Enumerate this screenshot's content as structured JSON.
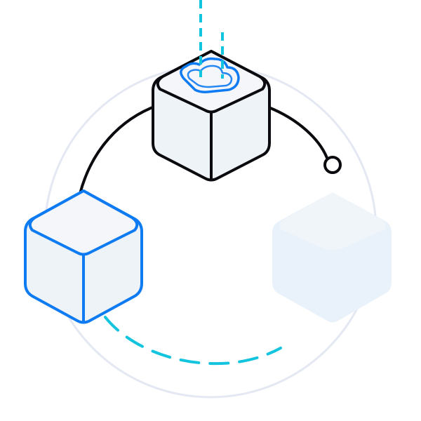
{
  "diagram": {
    "nodes": [
      {
        "id": "cloud-cube",
        "icon": "cloud-icon",
        "state": "default"
      },
      {
        "id": "left-cube",
        "icon": "",
        "state": "highlighted"
      },
      {
        "id": "right-cube",
        "icon": "",
        "state": "faded"
      }
    ],
    "connections": [
      {
        "from": "left-cube",
        "to": "cloud-cube",
        "style": "solid"
      },
      {
        "from": "cloud-cube",
        "to": "right-cube",
        "style": "solid",
        "end": "open-circle"
      },
      {
        "from": "left-cube",
        "to": "right-cube",
        "style": "dashed"
      }
    ],
    "incoming_links": [
      {
        "to": "cloud-cube",
        "style": "dashed"
      },
      {
        "to": "cloud-cube",
        "style": "dashed"
      }
    ]
  },
  "colors": {
    "outline_dark": "#0b0b0f",
    "accent_blue": "#0f7bf2",
    "accent_cyan": "#13c4df",
    "ring": "#e3e8f2",
    "cube_top": "#f4f6f9",
    "cube_side": "#eef3f8",
    "faded_top": "#f0f5fa",
    "faded_side": "#e9f2fa"
  }
}
